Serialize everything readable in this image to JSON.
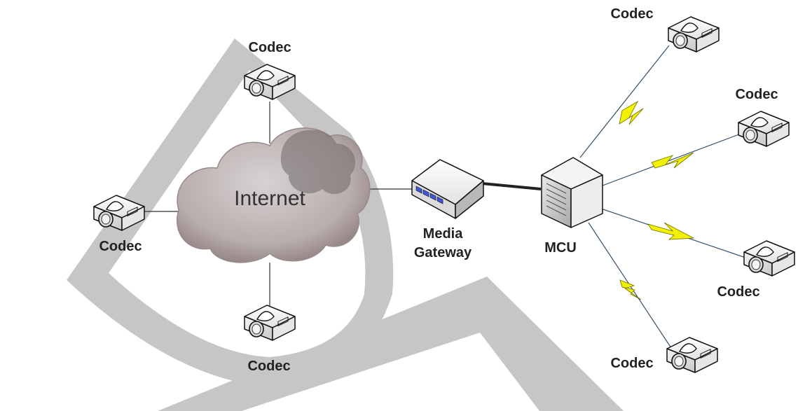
{
  "nodes": {
    "codec_top": "Codec",
    "codec_left": "Codec",
    "codec_bottom": "Codec",
    "codec_r1": "Codec",
    "codec_r2": "Codec",
    "codec_r3": "Codec",
    "codec_r4": "Codec",
    "internet": "Internet",
    "gateway_line1": "Media",
    "gateway_line2": "Gateway",
    "mcu": "MCU"
  },
  "colors": {
    "watermark": "#c6c6c6",
    "lightning": "#f2f200",
    "cloud": "#a39595",
    "gateway_leds": "#3d56d6"
  }
}
